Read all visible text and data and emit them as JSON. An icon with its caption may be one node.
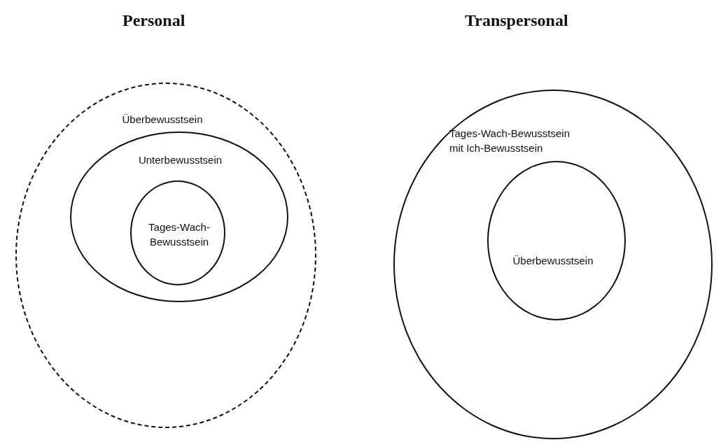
{
  "diagram": {
    "nodes": [
      {
        "text": [
          "Überbewusstsein"
        ]
      },
      {
        "text": [
          "Unterbewusstsein"
        ],
        "in": 0
      },
      {
        "text": [
          "Tages-Wach-Bewusstsein"
        ],
        "in": 1
      },
      {
        "text": [
          "Tages-Wach-Bewusstsein mit Ich-Bewusstsein"
        ]
      },
      {
        "text": [
          "Überbewusstsein"
        ],
        "in": 3
      }
    ],
    "labels": [
      "Personal",
      "Transpersonal"
    ]
  }
}
